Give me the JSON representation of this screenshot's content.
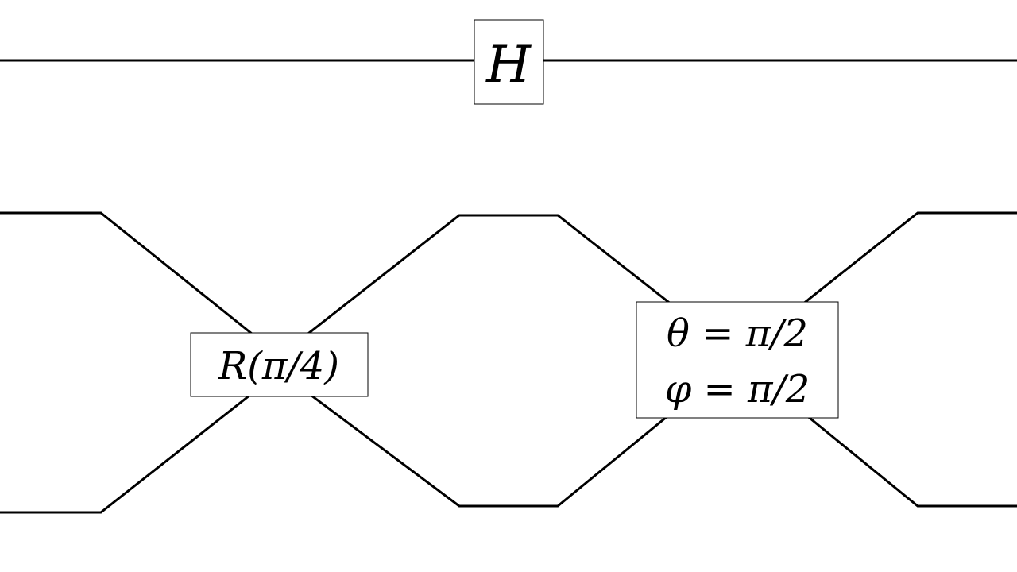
{
  "diagram": {
    "top_wire": {
      "gate": {
        "label": "H"
      }
    },
    "interferometer": {
      "beam_splitter": {
        "label": "R(π/4)"
      },
      "phase_element": {
        "line1": "θ = π/2",
        "line2": "φ = π/2"
      }
    }
  }
}
